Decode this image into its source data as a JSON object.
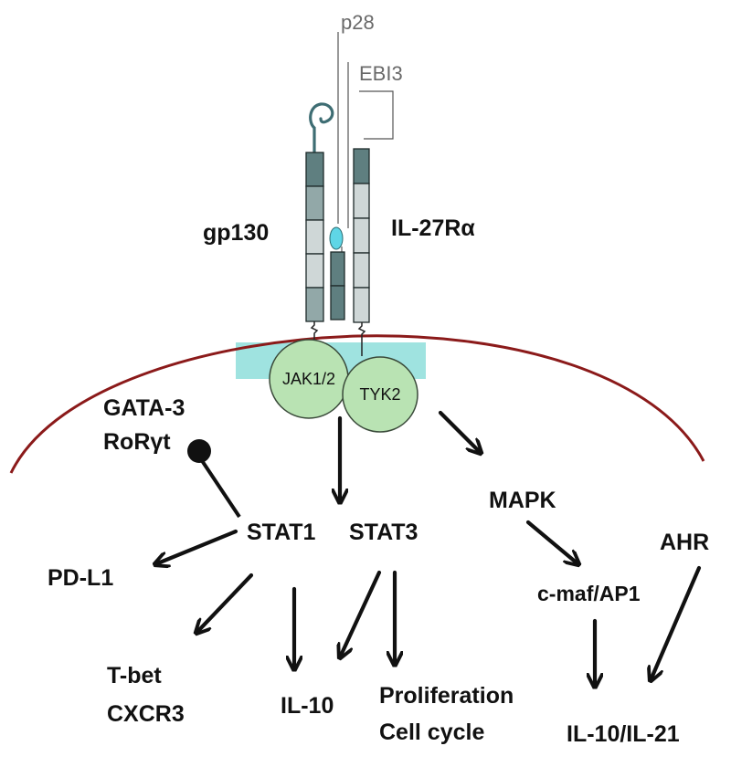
{
  "ligand": {
    "p28": "p28",
    "ebi3": "EBI3"
  },
  "receptors": {
    "gp130": "gp130",
    "il27ra": "IL-27Rα"
  },
  "kinases": {
    "jak": "JAK1/2",
    "tyk": "TYK2"
  },
  "inhibitors": {
    "gata3": "GATA-3",
    "rorgt": "RoRγt"
  },
  "stats": {
    "stat1": "STAT1",
    "stat3": "STAT3"
  },
  "mapk": {
    "mapk": "MAPK",
    "cmaf": "c-maf/AP1",
    "ahr": "AHR"
  },
  "targets": {
    "pdl1": "PD-L1",
    "tbet": "T-bet",
    "cxcr3": "CXCR3",
    "il10": "IL-10",
    "proliferation": "Proliferation",
    "cellcycle": "Cell cycle",
    "il10il21": "IL-10/IL-21"
  },
  "colors": {
    "membrane": "#8b1a1a",
    "membrane_band": "#9fe3e0",
    "kinase_fill": "#b9e3b3",
    "receptor_dark": "#5f7f80",
    "receptor_light": "#cfd7d7",
    "ligand_bead": "#5fd6e6",
    "arrow": "#111111"
  }
}
